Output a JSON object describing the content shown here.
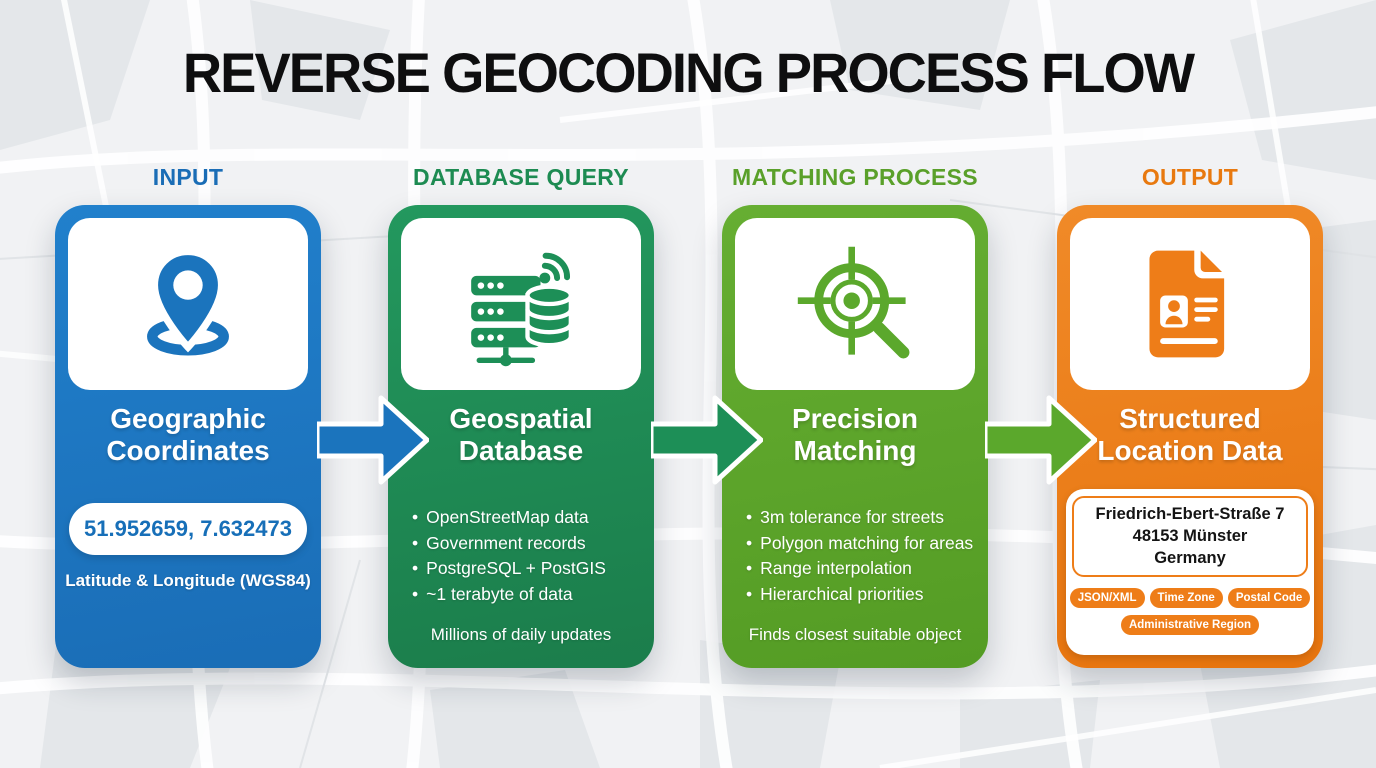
{
  "title": "REVERSE GEOCODING PROCESS FLOW",
  "stages": [
    {
      "header": "INPUT",
      "card_title": "Geographic Coordinates",
      "coordinates": "51.952659, 7.632473",
      "caption": "Latitude & Longitude (WGS84)",
      "icon": "map-pin-icon",
      "accent": "#1b74bd",
      "header_color": "#1a6db6"
    },
    {
      "header": "DATABASE QUERY",
      "card_title": "Geospatial Database",
      "bullets": [
        "OpenStreetMap data",
        "Government records",
        "PostgreSQL + PostGIS",
        "~1 terabyte of data"
      ],
      "footer": "Millions of daily updates",
      "icon": "database-server-icon",
      "accent": "#1d8f57",
      "header_color": "#1d8b52"
    },
    {
      "header": "MATCHING PROCESS",
      "card_title": "Precision Matching",
      "bullets": [
        "3m tolerance for streets",
        "Polygon matching for areas",
        "Range interpolation",
        "Hierarchical priorities"
      ],
      "footer": "Finds closest suitable object",
      "icon": "target-magnifier-icon",
      "accent": "#5ba82c",
      "header_color": "#5aa02a"
    },
    {
      "header": "OUTPUT",
      "card_title": "Structured Location Data",
      "address": [
        "Friedrich-Ebert-Straße 7",
        "48153 Münster",
        "Germany"
      ],
      "badges": [
        "JSON/XML",
        "Time Zone",
        "Postal Code",
        "Administrative Region"
      ],
      "icon": "document-icon",
      "accent": "#ee7d18",
      "header_color": "#e8790f"
    }
  ],
  "arrows": [
    {
      "color": "#1b74bd"
    },
    {
      "color": "#1d8f57"
    },
    {
      "color": "#5ba82c"
    }
  ],
  "background": {
    "base": "#f1f2f4",
    "block": "#e4e7ea",
    "street": "#ffffff"
  }
}
